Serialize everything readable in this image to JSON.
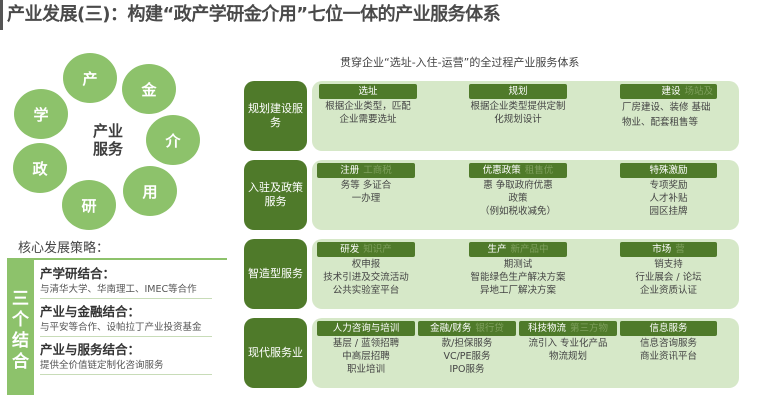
{
  "title": "产业发展(三)：构建“政产学研金介用”七位一体的产业服务体系",
  "left": {
    "circles": [
      "产",
      "金",
      "介",
      "用",
      "研",
      "政",
      "学"
    ],
    "center_label_line1": "产业",
    "center_label_line2": "服务",
    "strategy_heading": "核心发展策略：",
    "strategy_side": [
      "三",
      "个",
      "结",
      "合"
    ],
    "strategies": [
      {
        "title": "产学研结合：",
        "desc": "与清华大学、华南理工、IMEC等合作"
      },
      {
        "title": "产业与金融结合：",
        "desc": "与平安等合作、设帕拉丁产业投资基金"
      },
      {
        "title": "产业与服务结合：",
        "desc": "提供全价值链定制化咨询服务"
      }
    ]
  },
  "right": {
    "header": "贯穿企业“选址-入住-运营”的全过程产业服务体系",
    "rows": [
      {
        "label": "规划建设服务",
        "cells": [
          {
            "head": "选址",
            "faint": "",
            "lines": [
              "根据企业类型，匹配",
              "企业需要选址"
            ]
          },
          {
            "head": "规划",
            "faint": "",
            "lines": [
              "根据企业类型提供定制",
              "化规划设计"
            ]
          },
          {
            "head": "建设",
            "faint": "场站及",
            "lines": [
              "厂房建设、装修 基础",
              "物业、配套租售等"
            ]
          }
        ]
      },
      {
        "label": "入驻及政策服务",
        "cells": [
          {
            "head": "注册",
            "faint": "工商税",
            "lines": [
              "务等 多证合",
              "一办理"
            ]
          },
          {
            "head": "优惠政策",
            "faint": "租售优",
            "lines": [
              "惠 争取政府优惠",
              "政策",
              "（例如税收减免）"
            ]
          },
          {
            "head": "特殊激励",
            "faint": "",
            "lines": [
              "专项奖励",
              "人才补贴",
              "园区挂牌"
            ]
          }
        ]
      },
      {
        "label": "智造型服务",
        "cells": [
          {
            "head": "研发",
            "faint": "知识产",
            "lines": [
              "权申报",
              "技术引进及交流活动",
              "公共实验室平台"
            ]
          },
          {
            "head": "生产",
            "faint": "新产品中",
            "lines": [
              "期测试",
              "智能绿色生产解决方案",
              "异地工厂解决方案"
            ]
          },
          {
            "head": "市场",
            "faint": "营",
            "lines": [
              "销支持",
              "行业展会 / 论坛",
              "企业资质认证"
            ]
          }
        ]
      },
      {
        "label": "现代服务业",
        "cells": [
          {
            "head": "人力咨询与培训",
            "faint": "",
            "lines": [
              "基层 / 蓝领招聘",
              "中高层招聘",
              "职业培训"
            ]
          },
          {
            "head": "金融/财务",
            "faint": "银行贷",
            "lines": [
              "款/担保服务",
              "VC/PE服务",
              "IPO服务"
            ]
          },
          {
            "head": "科技物流",
            "faint": "第三方物",
            "lines": [
              "流引入 专业化产品",
              "物流规划"
            ]
          },
          {
            "head": "信息服务",
            "faint": "",
            "lines": [
              "信息咨询服务",
              "商业资讯平台"
            ]
          }
        ]
      }
    ]
  },
  "colors": {
    "circle_green": "#8dc26b",
    "dark_green": "#4f7a2a",
    "panel_green": "#d6e8c8"
  }
}
